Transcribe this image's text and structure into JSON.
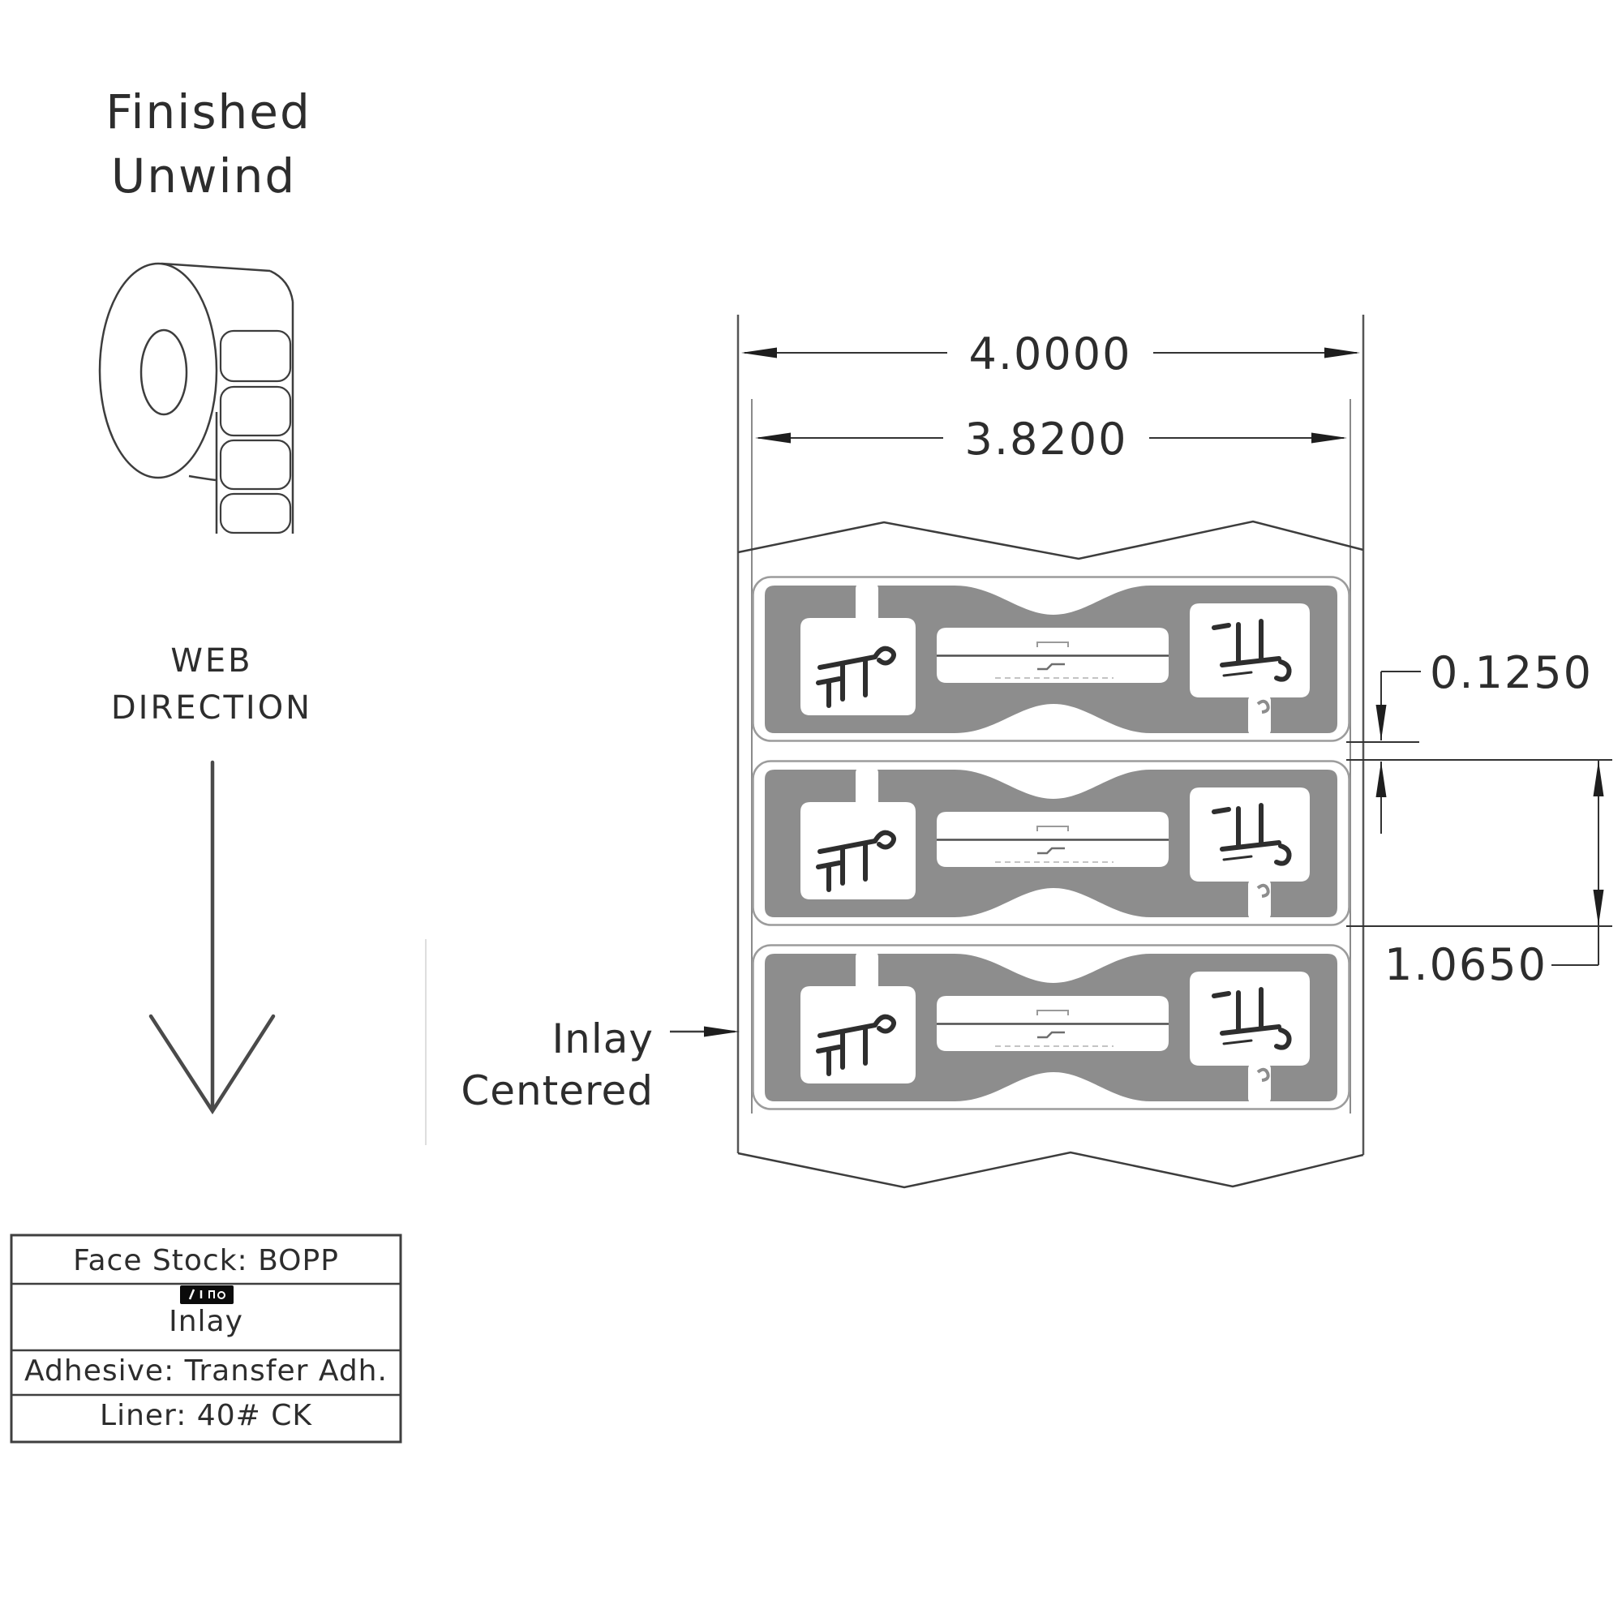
{
  "roll": {
    "caption_line1": "Finished",
    "caption_line2": "Unwind"
  },
  "web_direction": {
    "line1": "WEB",
    "line2": "DIRECTION"
  },
  "inlay_note": {
    "line1": "Inlay",
    "line2": "Centered"
  },
  "dimensions": {
    "web_width": "4.0000",
    "label_width": "3.8200",
    "label_gap": "0.1250",
    "label_height": "1.0650"
  },
  "material_table": {
    "rows": [
      "Face Stock: BOPP",
      "Inlay",
      "Adhesive: Transfer Adh.",
      "Liner: 40# CK"
    ]
  },
  "colors": {
    "line": "#3d3d3d",
    "antenna_gray": "#8d8d8d",
    "label_border": "#9c9c9c",
    "chip_black": "#0b0b0b",
    "text": "#2d2d2d"
  }
}
